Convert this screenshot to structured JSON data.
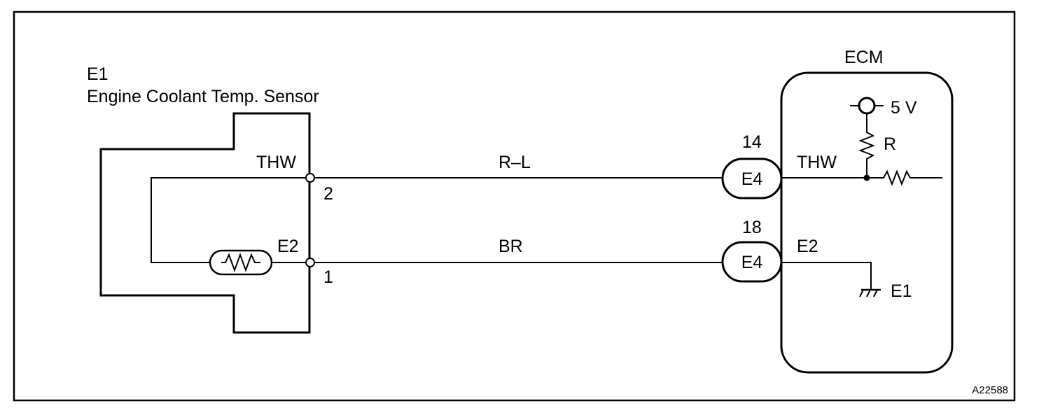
{
  "sensor": {
    "code": "E1",
    "name": "Engine Coolant Temp. Sensor",
    "terminal_thw": "THW",
    "terminal_e2": "E2",
    "pin_thw": "2",
    "pin_e2": "1"
  },
  "wires": {
    "signal_color": "R–L",
    "ground_color": "BR"
  },
  "connectors": {
    "top": {
      "pin": "14",
      "name": "E4"
    },
    "bottom": {
      "pin": "18",
      "name": "E4"
    }
  },
  "ecm": {
    "title": "ECM",
    "supply": "5 V",
    "resistor": "R",
    "terminal_thw": "THW",
    "terminal_e2": "E2",
    "ground": "E1"
  },
  "figure_code": "A22588"
}
